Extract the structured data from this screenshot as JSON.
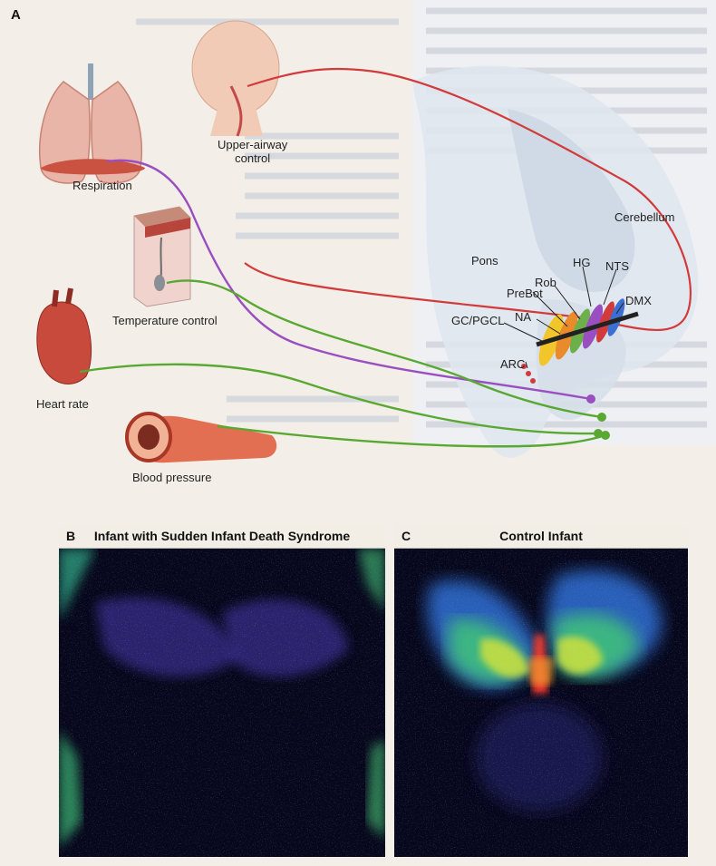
{
  "panel_a": {
    "letter": "A",
    "organs": {
      "respiration": "Respiration",
      "upper_airway": "Upper-airway\ncontrol",
      "temperature": "Temperature control",
      "heart_rate": "Heart rate",
      "blood_pressure": "Blood pressure"
    },
    "brain_labels": {
      "cerebellum": "Cerebellum",
      "pons": "Pons",
      "prebot": "PreBot",
      "rob": "Rob",
      "hg": "HG",
      "nts": "NTS",
      "na": "NA",
      "dmx": "DMX",
      "gc_pgcl": "GC/PGCL",
      "arc": "ARC"
    },
    "colors": {
      "upper_airway_path": "#d23b3b",
      "respiration_path": "#9a4fc0",
      "temperature_path": "#58a832",
      "heart_path": "#58a832",
      "blood_pressure_path": "#58a832"
    }
  },
  "panel_b": {
    "letter": "B",
    "title": "Infant with Sudden Infant Death Syndrome"
  },
  "panel_c": {
    "letter": "C",
    "title": "Control Infant"
  }
}
